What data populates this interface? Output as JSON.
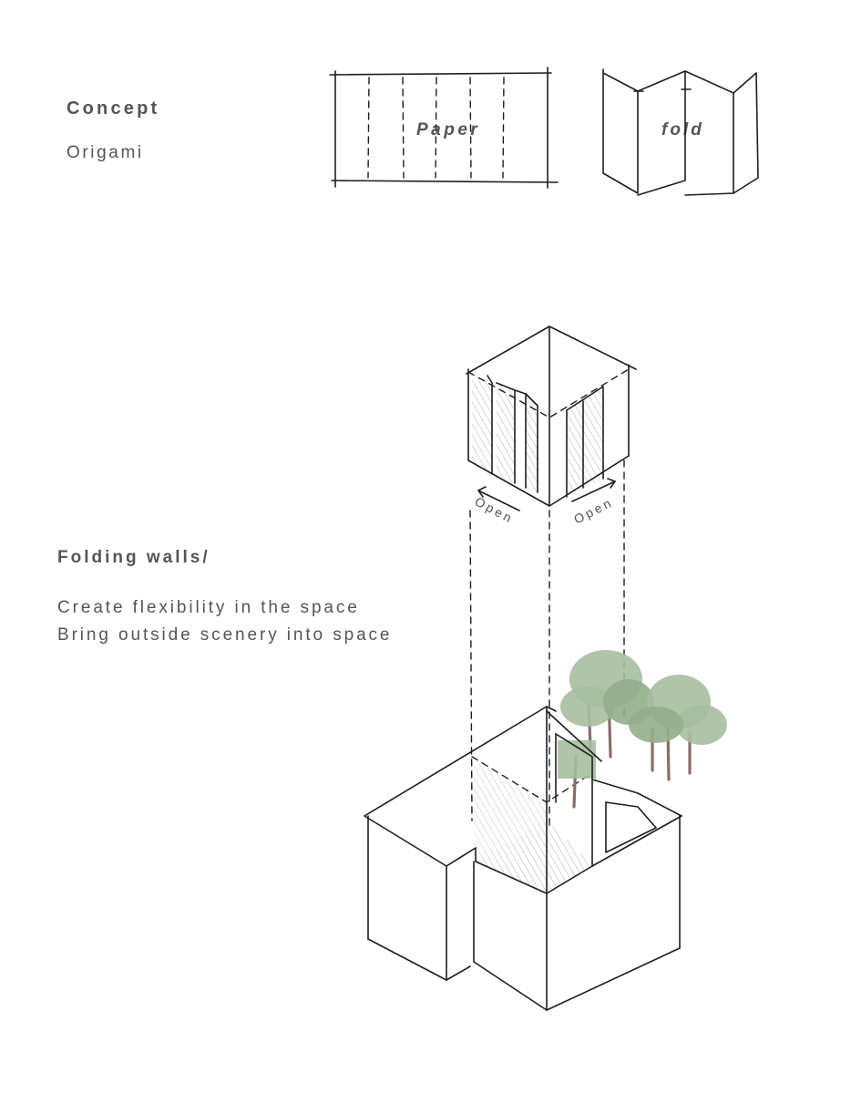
{
  "concept": {
    "title": "Concept",
    "subtitle": "Origami"
  },
  "sketch_labels": {
    "paper": "Paper",
    "fold": "fold",
    "open_left": "Open",
    "open_right": "Open"
  },
  "folding_walls": {
    "title": "Folding walls/",
    "line1": "Create flexibility in the space",
    "line2": "Bring outside scenery into space"
  },
  "colors": {
    "text": "#555555",
    "ink": "#1e1e1e",
    "foliage": "#a6bea0",
    "trunk": "#8a6e66"
  }
}
